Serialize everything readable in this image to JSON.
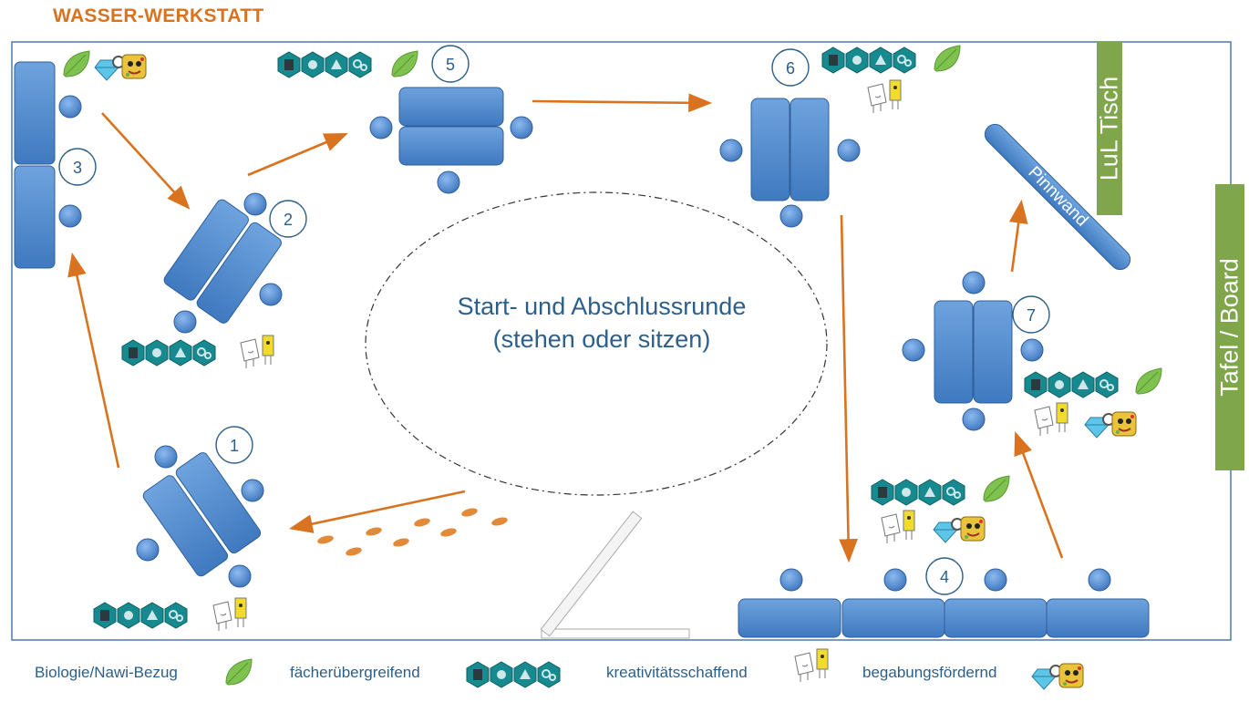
{
  "header": {
    "title": "WASSER-WERKSTATT"
  },
  "room": {
    "center_text_line1": "Start- und Abschlussrunde",
    "center_text_line2": "(stehen oder sitzen)",
    "teacher_desk": "LuL Tisch",
    "board": "Tafel / Board",
    "pinboard": "Pinnwand"
  },
  "stations": [
    "1",
    "2",
    "3",
    "4",
    "5",
    "6",
    "7"
  ],
  "legend": {
    "biology": "Biologie/Nawi-Bezug",
    "interdisciplinary": "fächerübergreifend",
    "creative": "kreativitätsschaffend",
    "gifted": "begabungsfördernd"
  },
  "colors": {
    "title": "#d9731f",
    "table": "#4a86c8",
    "arrow": "#d9731f",
    "text": "#2c5f8a",
    "green_bar": "#7fa64a",
    "hexagon": "#178a8f",
    "leaf": "#7fc24f"
  },
  "icons": {
    "biology": "leaf-icon",
    "interdisciplinary": "hexagon-icons",
    "creative": "creative-characters-icon",
    "gifted": "diamond-character-icon"
  }
}
